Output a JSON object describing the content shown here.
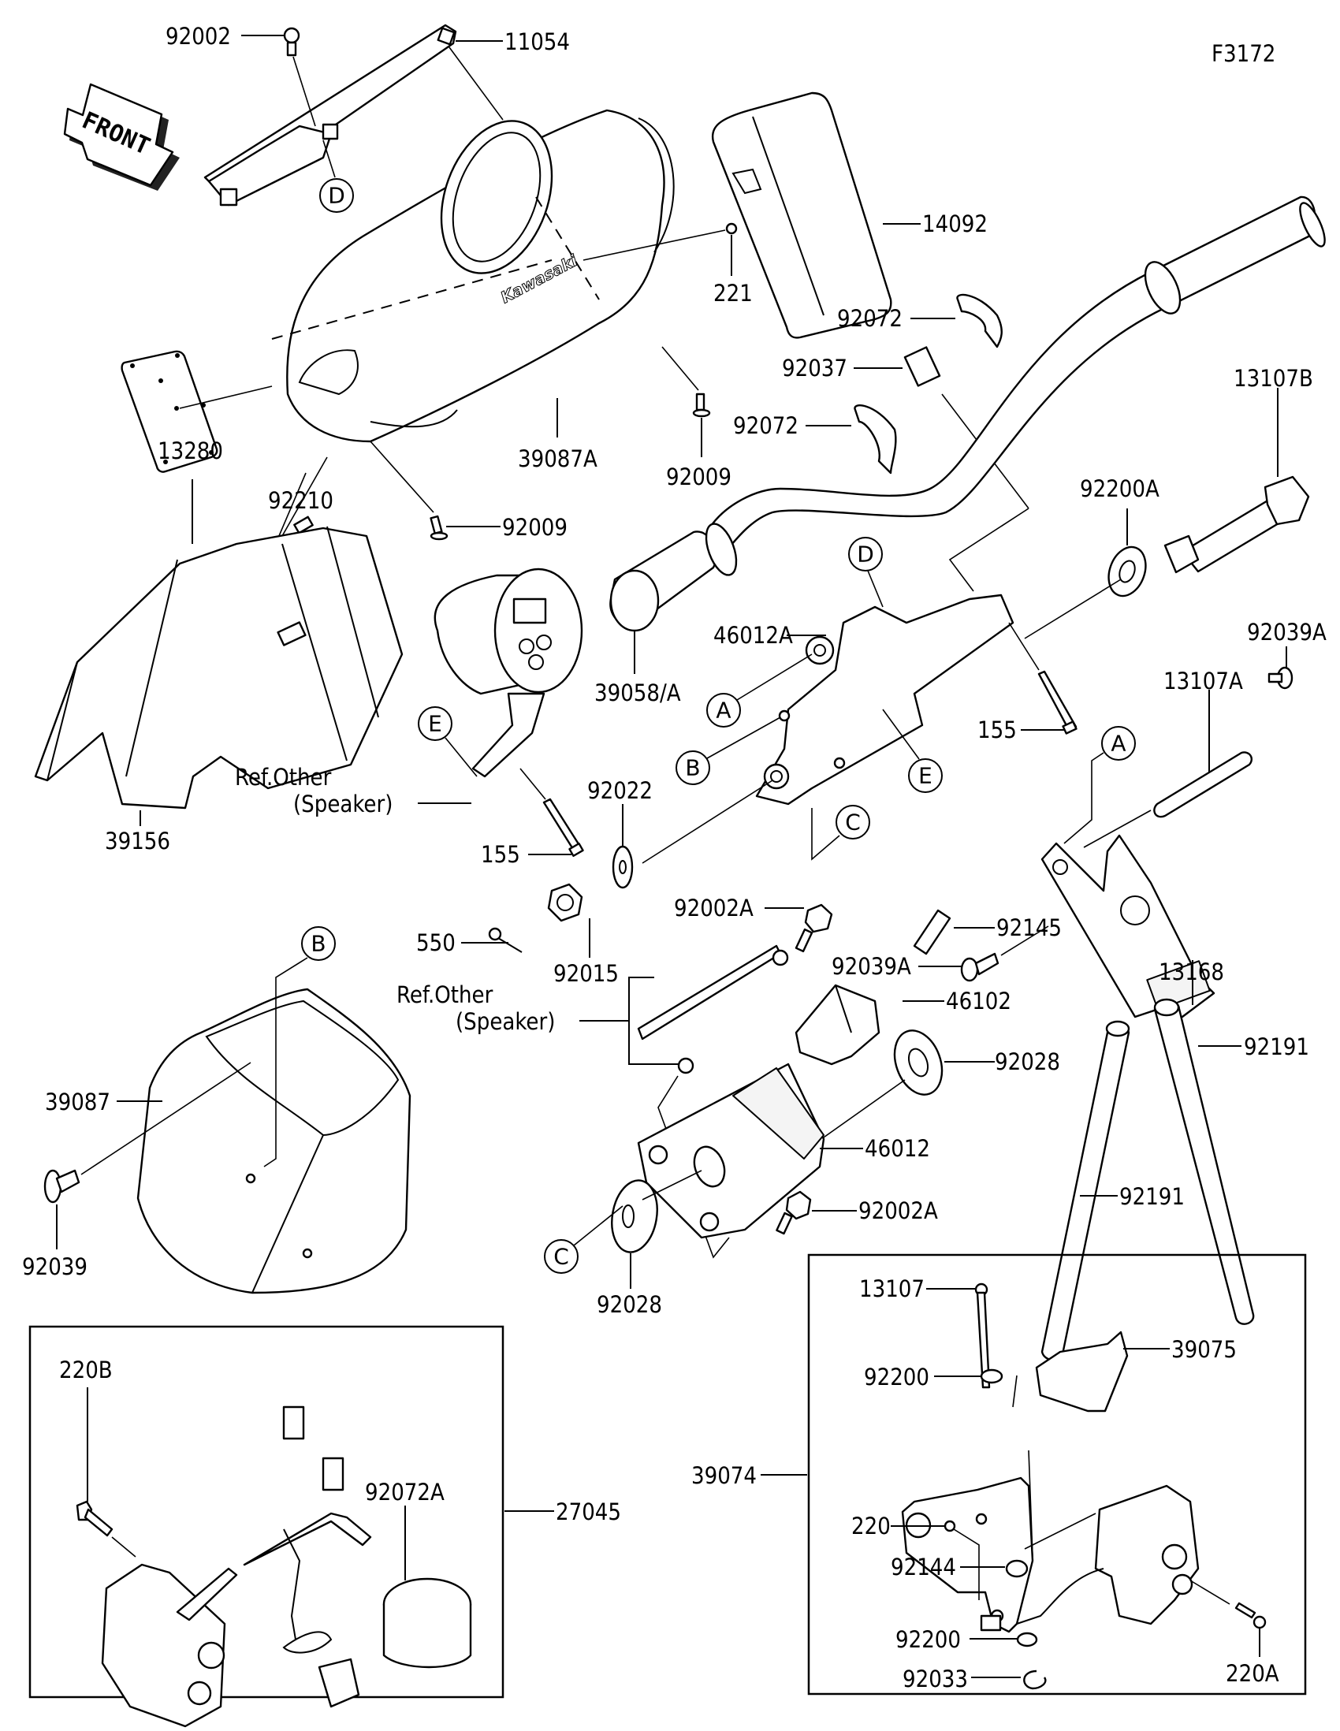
{
  "diagram": {
    "figure_code": "F3172",
    "front_arrow_label": "FRONT",
    "brand_text": "Kawasaki",
    "ref_note": {
      "line1": "Ref.Other",
      "line2": "(Speaker)"
    },
    "callouts": [
      "A",
      "B",
      "C",
      "D",
      "E"
    ],
    "part_labels": {
      "p92002": "92002",
      "p11054": "11054",
      "p14092": "14092",
      "p221": "221",
      "p92072_a": "92072",
      "p92037": "92037",
      "p92072_b": "92072",
      "p13107B": "13107B",
      "p92200A": "92200A",
      "p92039A_top": "92039A",
      "p13280": "13280",
      "p92210": "92210",
      "p39087A": "39087A",
      "p92009_a": "92009",
      "p92009_b": "92009",
      "p39058A": "39058/A",
      "p46012A": "46012A",
      "p39156": "39156",
      "p155_a": "155",
      "p92022": "92022",
      "p155_b": "155",
      "p13107A": "13107A",
      "p13168": "13168",
      "p92039A_mid": "92039A",
      "p92002A_a": "92002A",
      "p92145": "92145",
      "p550": "550",
      "p92015": "92015",
      "p46102": "46102",
      "p92028_a": "92028",
      "p92191_a": "92191",
      "p92191_b": "92191",
      "p39087": "39087",
      "p92039": "92039",
      "p46012": "46012",
      "p92002A_b": "92002A",
      "p92028_b": "92028",
      "p27045": "27045",
      "p220B": "220B",
      "p92072A": "92072A",
      "p13107": "13107",
      "p39075": "39075",
      "p92200_a": "92200",
      "p39074": "39074",
      "p220": "220",
      "p92144": "92144",
      "p92200_b": "92200",
      "p92033": "92033",
      "p220A": "220A"
    }
  }
}
